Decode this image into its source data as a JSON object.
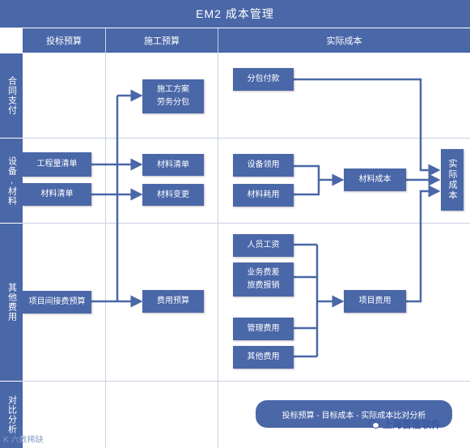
{
  "title": "EM2 成本管理",
  "columns": {
    "bid": "投标预算",
    "construction": "施工预算",
    "actual": "实际成本"
  },
  "rows": {
    "contract": "合同支付",
    "equipment": "设备,材料",
    "other": "其他费用",
    "compare": "对比分析"
  },
  "boxes": {
    "subcontract_pay": "分包付款",
    "construction_plan": "施工方案",
    "labor_subcontract": "劳务分包",
    "quantity_list": "工程量清单",
    "material_list_bid": "材料清单",
    "material_list": "材料清单",
    "material_change": "材料变更",
    "equipment_use": "设备领用",
    "material_consume": "材料耗用",
    "material_cost": "材料成本",
    "actual_cost": "实际成本",
    "project_indirect_budget": "项目间接费预算",
    "expense_budget": "费用预算",
    "staff_wage": "人员工资",
    "business_entertain": "业务费差",
    "travel_reimburse": "旅费报销",
    "management_fee": "管理费用",
    "other_fee": "其他费用",
    "project_fee": "项目费用"
  },
  "compare_bar": "投标预算 - 目标成本 - 实际成本比对分析",
  "watermark_right": "上海首信软件",
  "watermark_left": "K 六数稀缺",
  "colors": {
    "primary": "#4a67a8",
    "grid": "#c9d1e3"
  }
}
